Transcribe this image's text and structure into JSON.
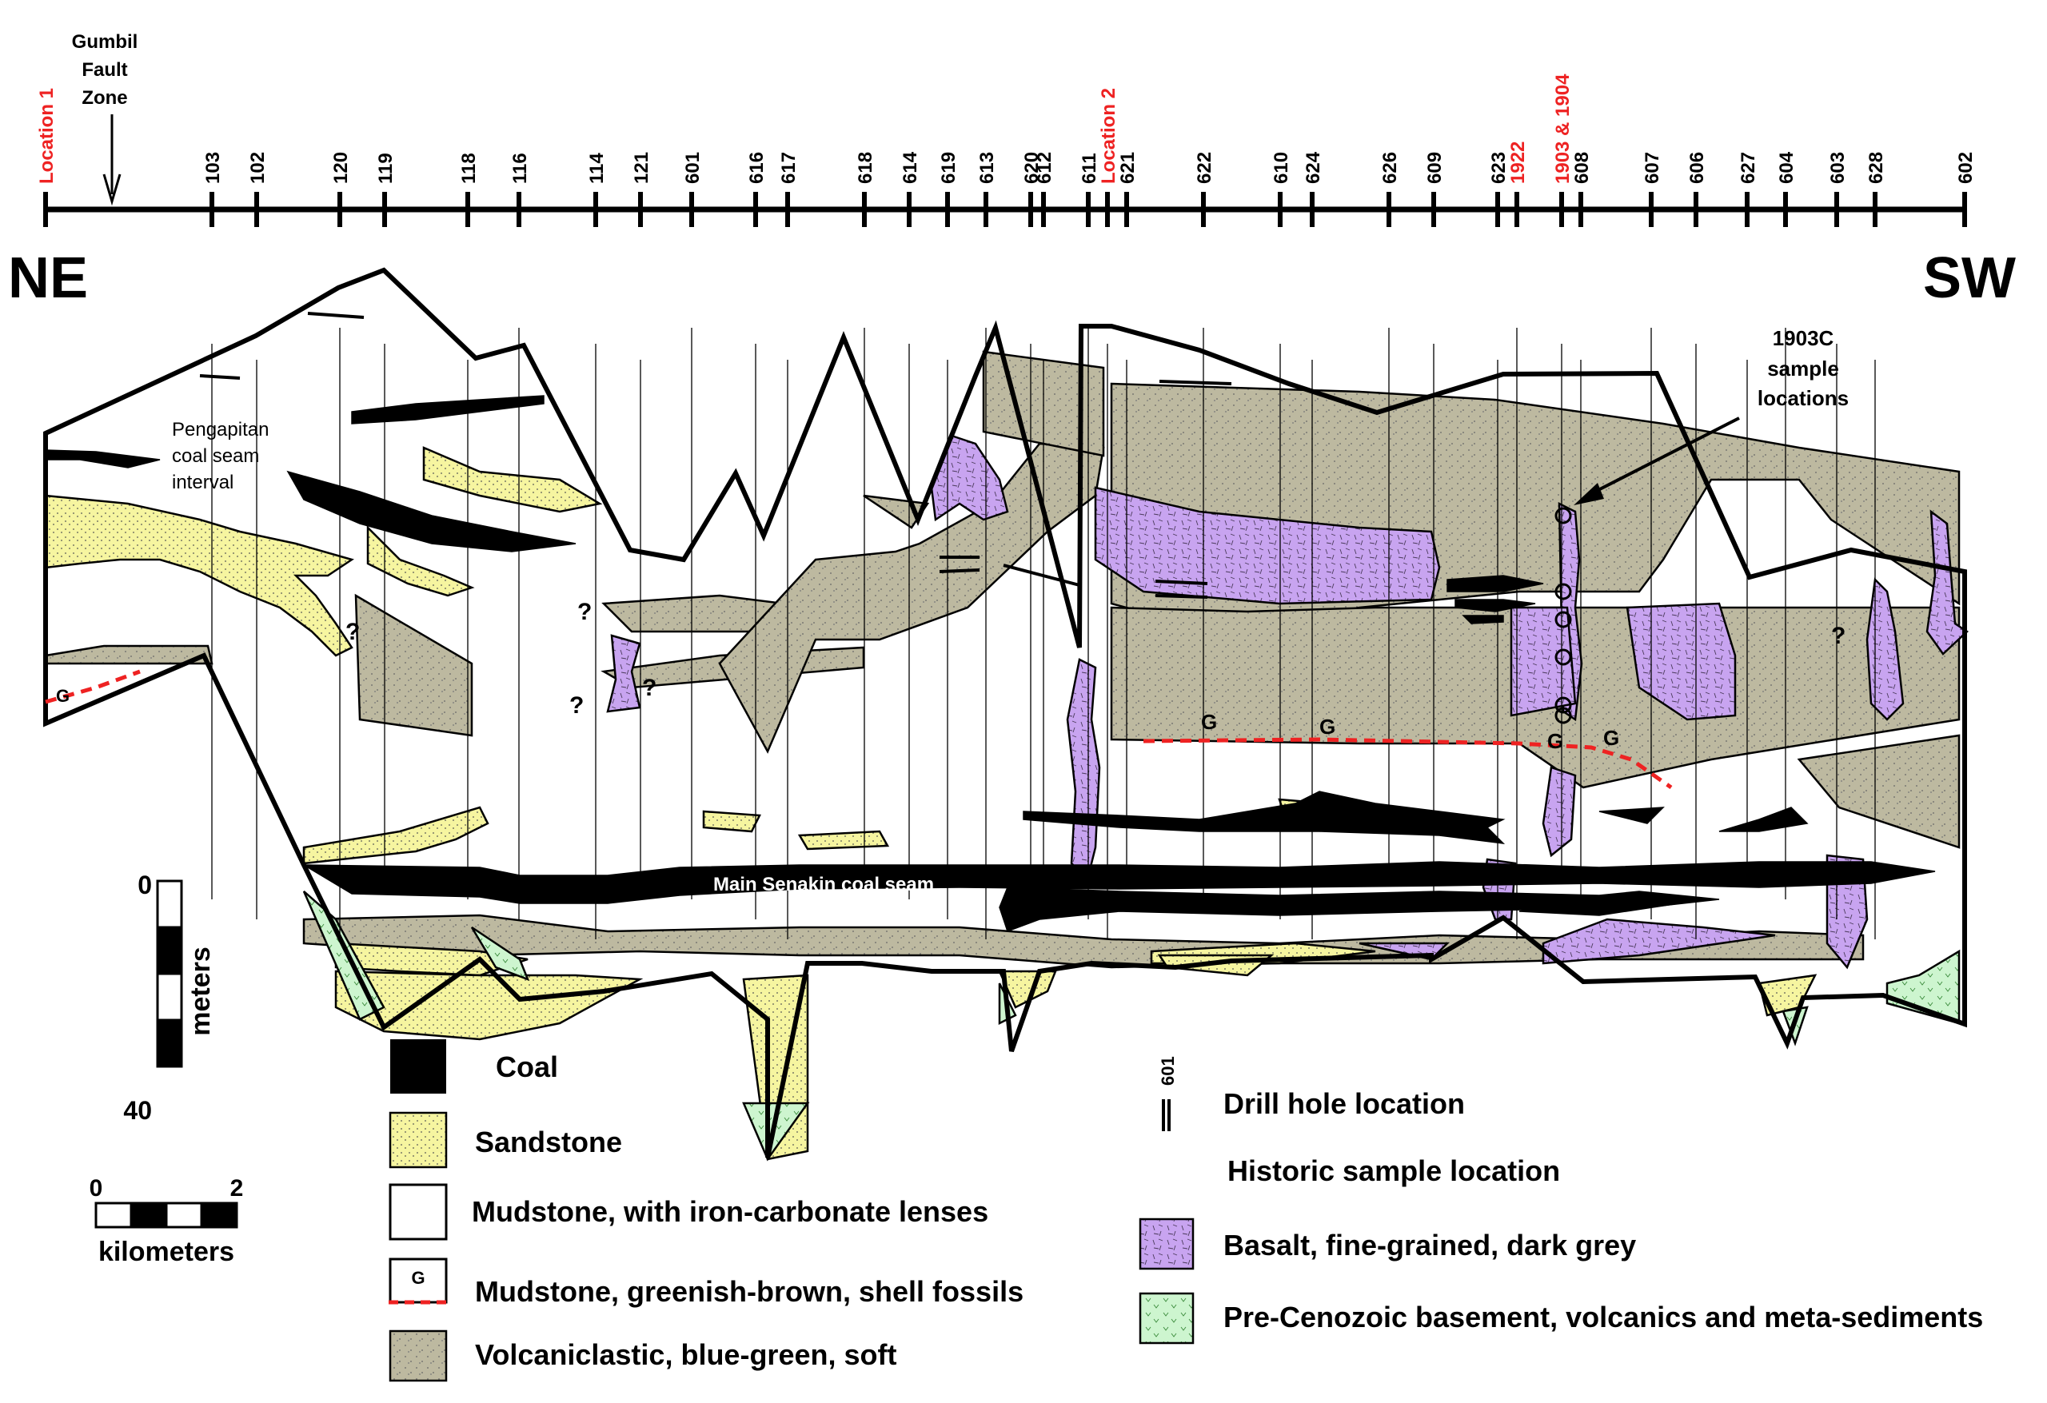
{
  "header": {
    "ne": "NE",
    "sw": "SW",
    "fault_zone": [
      "Gumbil",
      "Fault",
      "Zone"
    ]
  },
  "drill_holes": [
    {
      "label": "Location 1",
      "km": 0,
      "red": true
    },
    {
      "label": "103",
      "km": 2.6
    },
    {
      "label": "102",
      "km": 3.3
    },
    {
      "label": "120",
      "km": 4.6
    },
    {
      "label": "119",
      "km": 5.3
    },
    {
      "label": "118",
      "km": 6.6
    },
    {
      "label": "116",
      "km": 7.4
    },
    {
      "label": "114",
      "km": 8.6
    },
    {
      "label": "121",
      "km": 9.3
    },
    {
      "label": "601",
      "km": 10.1
    },
    {
      "label": "616",
      "km": 11.1
    },
    {
      "label": "617",
      "km": 11.6
    },
    {
      "label": "618",
      "km": 12.8
    },
    {
      "label": "614",
      "km": 13.5
    },
    {
      "label": "619",
      "km": 14.1
    },
    {
      "label": "613",
      "km": 14.7
    },
    {
      "label": "620",
      "km": 15.4
    },
    {
      "label": "612",
      "km": 15.6
    },
    {
      "label": "611",
      "km": 16.3
    },
    {
      "label": "Location 2",
      "km": 16.6,
      "red": true
    },
    {
      "label": "621",
      "km": 16.9
    },
    {
      "label": "622",
      "km": 18.1
    },
    {
      "label": "610",
      "km": 19.3
    },
    {
      "label": "624",
      "km": 19.8
    },
    {
      "label": "626",
      "km": 21.0
    },
    {
      "label": "609",
      "km": 21.7
    },
    {
      "label": "623",
      "km": 22.7
    },
    {
      "label": "1922",
      "km": 23.0,
      "red": true
    },
    {
      "label": "1903 & 1904",
      "km": 23.7,
      "red": true
    },
    {
      "label": "608",
      "km": 24.0
    },
    {
      "label": "607",
      "km": 25.1
    },
    {
      "label": "606",
      "km": 25.8
    },
    {
      "label": "627",
      "km": 26.6
    },
    {
      "label": "604",
      "km": 27.2
    },
    {
      "label": "603",
      "km": 28.0
    },
    {
      "label": "628",
      "km": 28.6
    },
    {
      "label": "602",
      "km": 30.0
    }
  ],
  "annotations": {
    "pengapitan": [
      "Pengapitan",
      "coal seam",
      "interval"
    ],
    "sample_1903c": [
      "1903C",
      "sample",
      "locations"
    ],
    "main_seam": "Main Senakin coal seam",
    "question": "?",
    "g_marker": "G"
  },
  "vertical_scale": {
    "top": "0",
    "bottom": "40",
    "unit": "meters"
  },
  "horizontal_scale": {
    "left": "0",
    "right": "2",
    "unit": "kilometers"
  },
  "legend": [
    {
      "id": "coal",
      "label": "Coal"
    },
    {
      "id": "sandstone",
      "label": "Sandstone"
    },
    {
      "id": "mudstone",
      "label": "Mudstone, with iron-carbonate lenses"
    },
    {
      "id": "mudstone-green",
      "label": "Mudstone, greenish-brown, shell fossils",
      "symbol": "G"
    },
    {
      "id": "volcaniclastic",
      "label": "Volcaniclastic, blue-green, soft"
    },
    {
      "id": "drill-hole",
      "label": "Drill hole location",
      "symbol": "601"
    },
    {
      "id": "historic",
      "label": "Historic sample location"
    },
    {
      "id": "basalt",
      "label": "Basalt, fine-grained, dark grey"
    },
    {
      "id": "basement",
      "label": "Pre-Cenozoic basement, volcanics and meta-sediments"
    }
  ],
  "colors": {
    "coal": "#000000",
    "sandstone": "#f6f5a0",
    "volcaniclastic": "#bdb9a0",
    "basalt": "#c8a4f0",
    "basement": "#cdf5cf",
    "marker_red": "#ee2222",
    "line": "#000000"
  }
}
